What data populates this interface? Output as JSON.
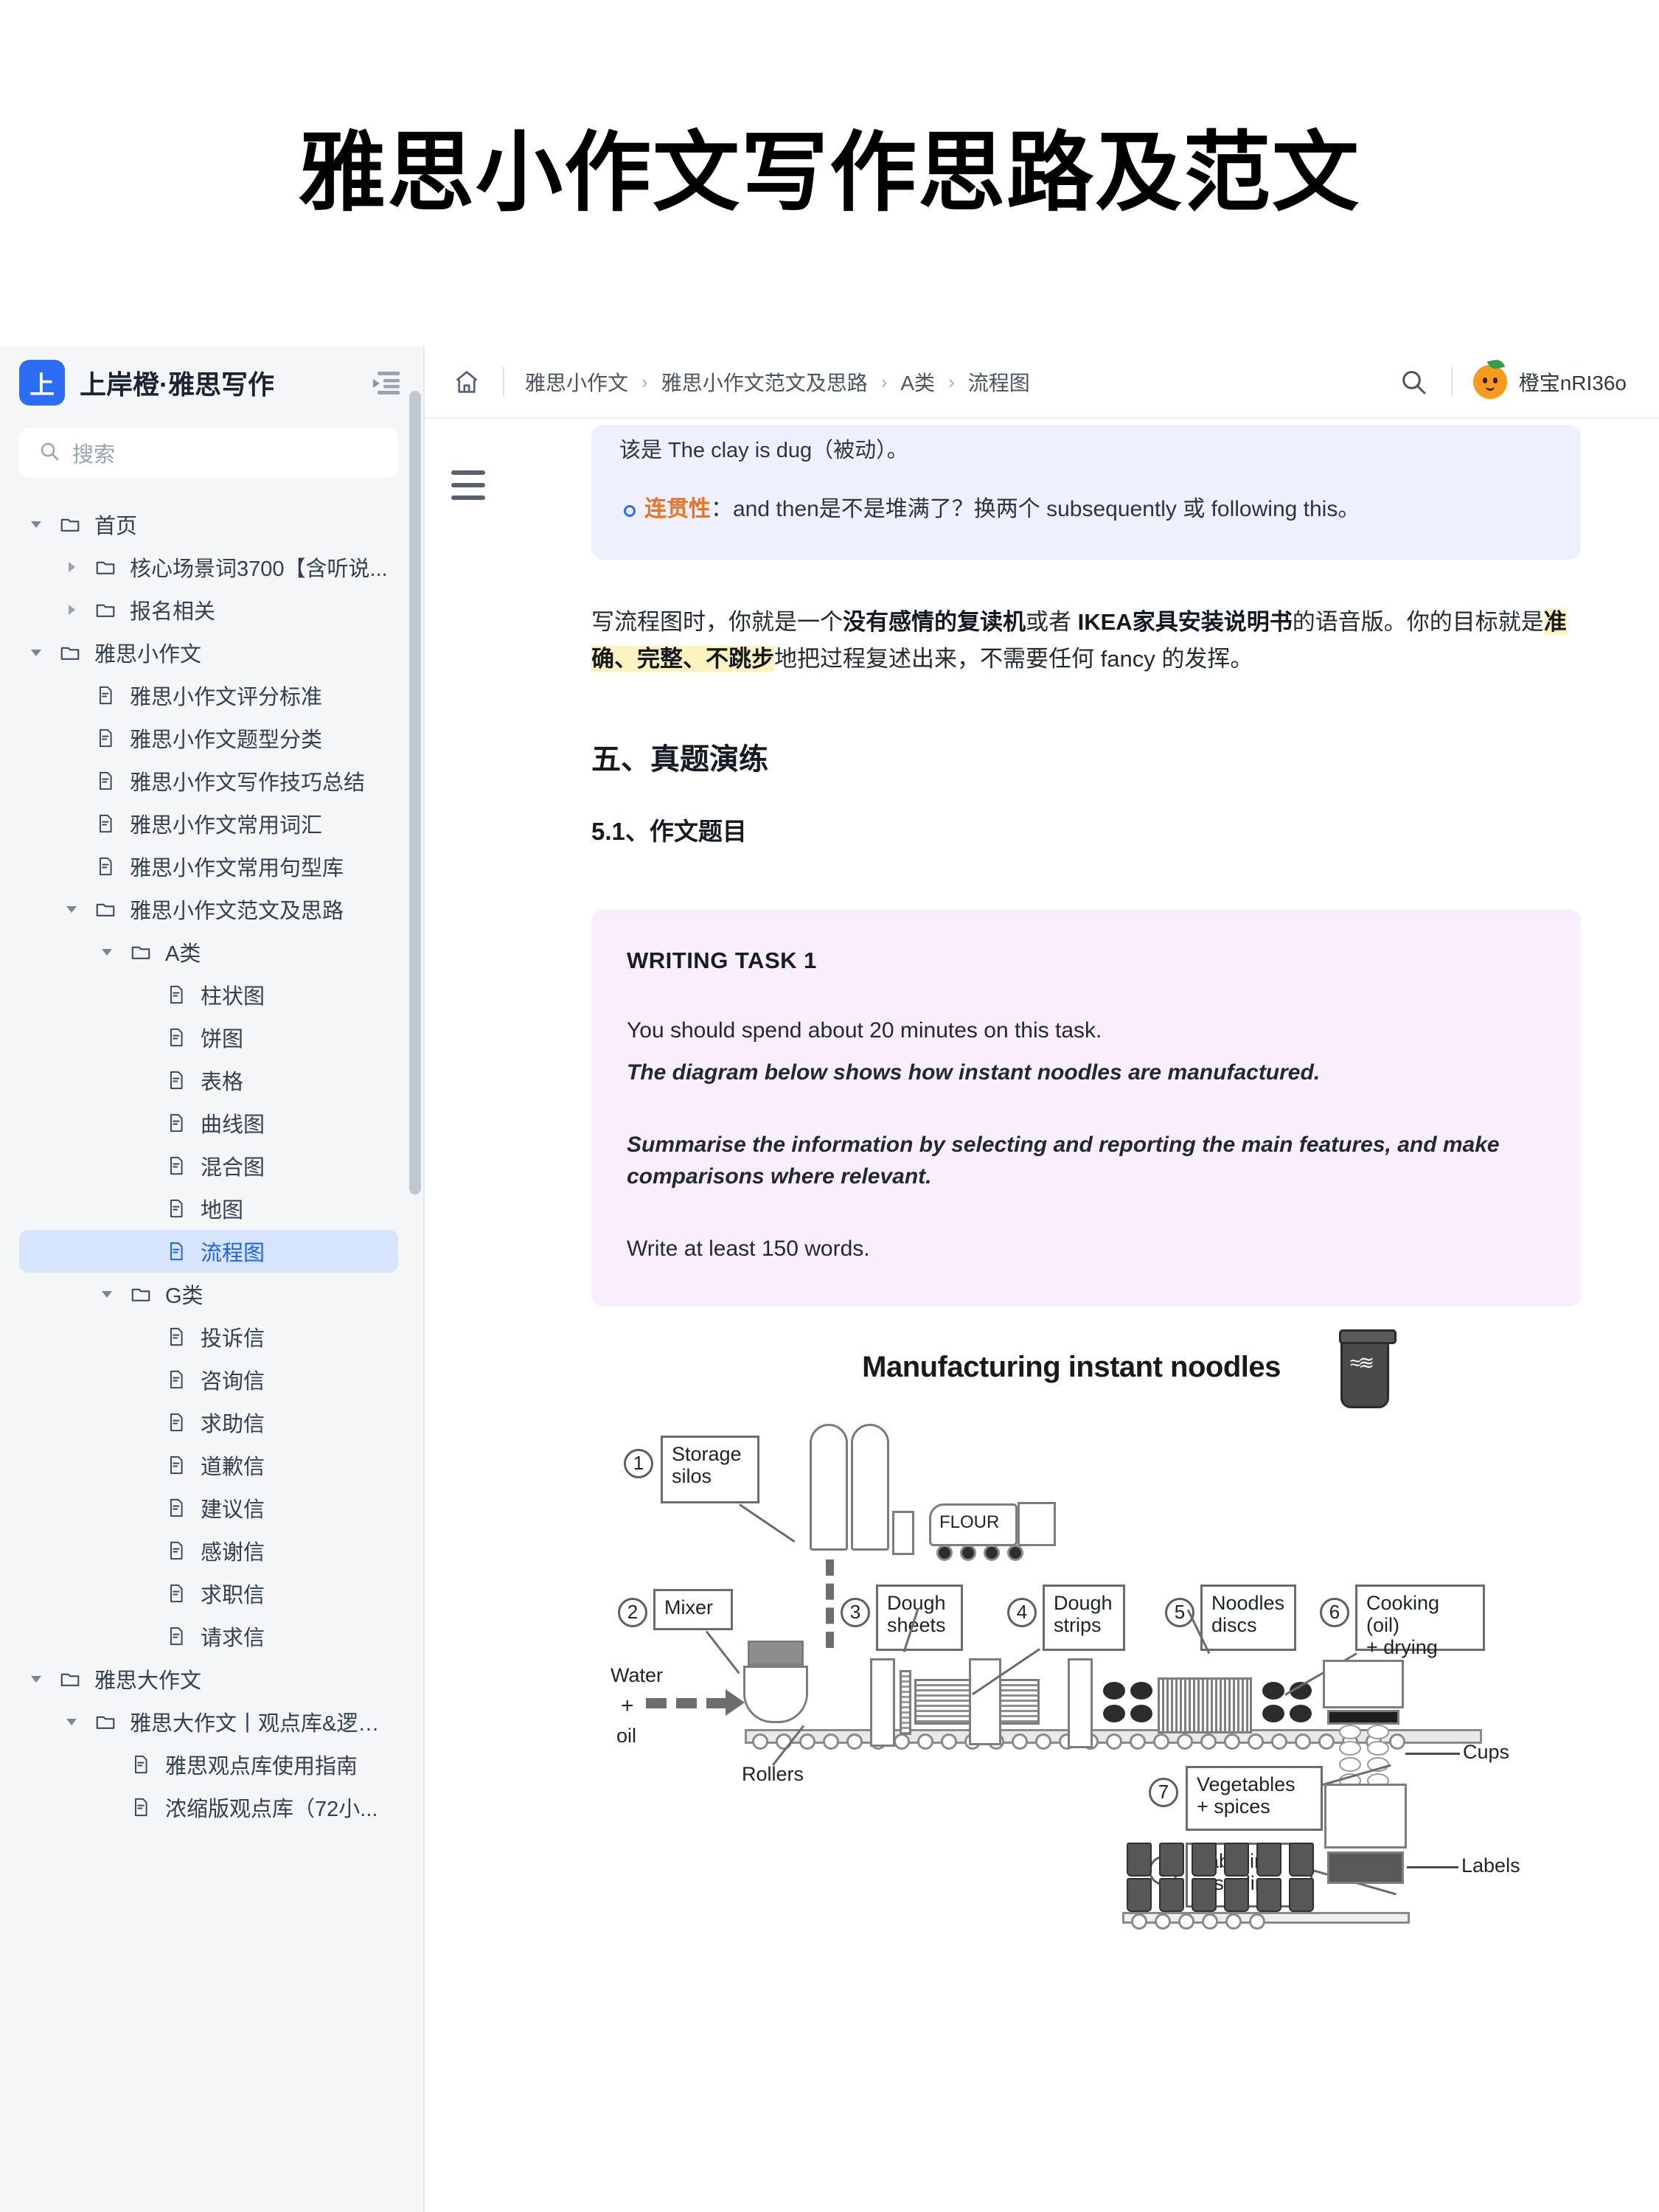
{
  "banner": {
    "title": "雅思小作文写作思路及范文"
  },
  "sidebar": {
    "logo_text": "上",
    "app_title": "上岸橙·雅思写作",
    "collapse_icon": "collapse-sidebar-icon",
    "search": {
      "placeholder": "搜索",
      "icon": "search-icon"
    },
    "items": [
      {
        "label": "首页",
        "type": "folder",
        "depth": 0,
        "expanded": true
      },
      {
        "label": "核心场景词3700【含听说...",
        "type": "folder",
        "depth": 1,
        "expanded": false
      },
      {
        "label": "报名相关",
        "type": "folder",
        "depth": 1,
        "expanded": false
      },
      {
        "label": "雅思小作文",
        "type": "folder",
        "depth": 0,
        "expanded": true
      },
      {
        "label": "雅思小作文评分标准",
        "type": "file",
        "depth": 1
      },
      {
        "label": "雅思小作文题型分类",
        "type": "file",
        "depth": 1
      },
      {
        "label": "雅思小作文写作技巧总结",
        "type": "file",
        "depth": 1
      },
      {
        "label": "雅思小作文常用词汇",
        "type": "file",
        "depth": 1
      },
      {
        "label": "雅思小作文常用句型库",
        "type": "file",
        "depth": 1
      },
      {
        "label": "雅思小作文范文及思路",
        "type": "folder",
        "depth": 1,
        "expanded": true
      },
      {
        "label": "A类",
        "type": "folder",
        "depth": 2,
        "expanded": true
      },
      {
        "label": "柱状图",
        "type": "file",
        "depth": 3
      },
      {
        "label": "饼图",
        "type": "file",
        "depth": 3
      },
      {
        "label": "表格",
        "type": "file",
        "depth": 3
      },
      {
        "label": "曲线图",
        "type": "file",
        "depth": 3
      },
      {
        "label": "混合图",
        "type": "file",
        "depth": 3
      },
      {
        "label": "地图",
        "type": "file",
        "depth": 3
      },
      {
        "label": "流程图",
        "type": "file",
        "depth": 3,
        "selected": true
      },
      {
        "label": "G类",
        "type": "folder",
        "depth": 2,
        "expanded": true
      },
      {
        "label": "投诉信",
        "type": "file",
        "depth": 3
      },
      {
        "label": "咨询信",
        "type": "file",
        "depth": 3
      },
      {
        "label": "求助信",
        "type": "file",
        "depth": 3
      },
      {
        "label": "道歉信",
        "type": "file",
        "depth": 3
      },
      {
        "label": "建议信",
        "type": "file",
        "depth": 3
      },
      {
        "label": "感谢信",
        "type": "file",
        "depth": 3
      },
      {
        "label": "求职信",
        "type": "file",
        "depth": 3
      },
      {
        "label": "请求信",
        "type": "file",
        "depth": 3
      },
      {
        "label": "雅思大作文",
        "type": "folder",
        "depth": 0,
        "expanded": true
      },
      {
        "label": "雅思大作文丨观点库&逻辑链",
        "type": "folder",
        "depth": 1,
        "expanded": true
      },
      {
        "label": "雅思观点库使用指南",
        "type": "file",
        "depth": 2
      },
      {
        "label": "浓缩版观点库（72小...",
        "type": "file",
        "depth": 2
      }
    ]
  },
  "topbar": {
    "home_icon": "home-icon",
    "breadcrumbs": [
      "雅思小作文",
      "雅思小作文范文及思路",
      "A类",
      "流程图"
    ],
    "separator": "›",
    "search_icon": "search-icon",
    "user_name": "橙宝nRI36o",
    "avatar_icon": "orange-avatar-icon"
  },
  "content": {
    "toc_toggle_icon": "outline-toggle-icon",
    "callout": {
      "clipped_line": "该是 The clay is dug（被动）。",
      "bullet_keyword": "连贯性",
      "bullet_text": "：and then是不是堆满了？换两个 subsequently 或 following this。"
    },
    "paragraph": {
      "seg1": "写流程图时，你就是一个",
      "bold1": "没有感情的复读机",
      "seg2": "或者 ",
      "bold2": "IKEA家具安装说明书",
      "seg3": "的语音版。你的目标就是",
      "highlight": "准确、完整、不跳步",
      "seg4": "地把过程复述出来，不需要任何 fancy 的发挥。"
    },
    "section_heading": "五、真题演练",
    "sub_heading": "5.1、作文题目",
    "task": {
      "title": "WRITING TASK 1",
      "line1": "You should spend about 20 minutes on this task.",
      "line2": "The diagram below shows how instant noodles are manufactured.",
      "line3": "Summarise the information by selecting and reporting the main features, and make comparisons where relevant.",
      "line4": "Write at least 150 words."
    }
  },
  "diagram": {
    "title": "Manufacturing instant noodles",
    "steps": [
      {
        "num": "1",
        "label": "Storage\nsilos"
      },
      {
        "num": "2",
        "label": "Mixer"
      },
      {
        "num": "3",
        "label": "Dough\nsheets"
      },
      {
        "num": "4",
        "label": "Dough\nstrips"
      },
      {
        "num": "5",
        "label": "Noodles\ndiscs"
      },
      {
        "num": "6",
        "label": "Cooking (oil)\n+ drying"
      },
      {
        "num": "7",
        "label": "Vegetables\n+ spices"
      },
      {
        "num": "8",
        "label": "Labelling\n+ sealing"
      }
    ],
    "annotations": [
      "FLOUR",
      "Water",
      "+",
      "oil",
      "Rollers",
      "Cups",
      "Labels"
    ]
  }
}
